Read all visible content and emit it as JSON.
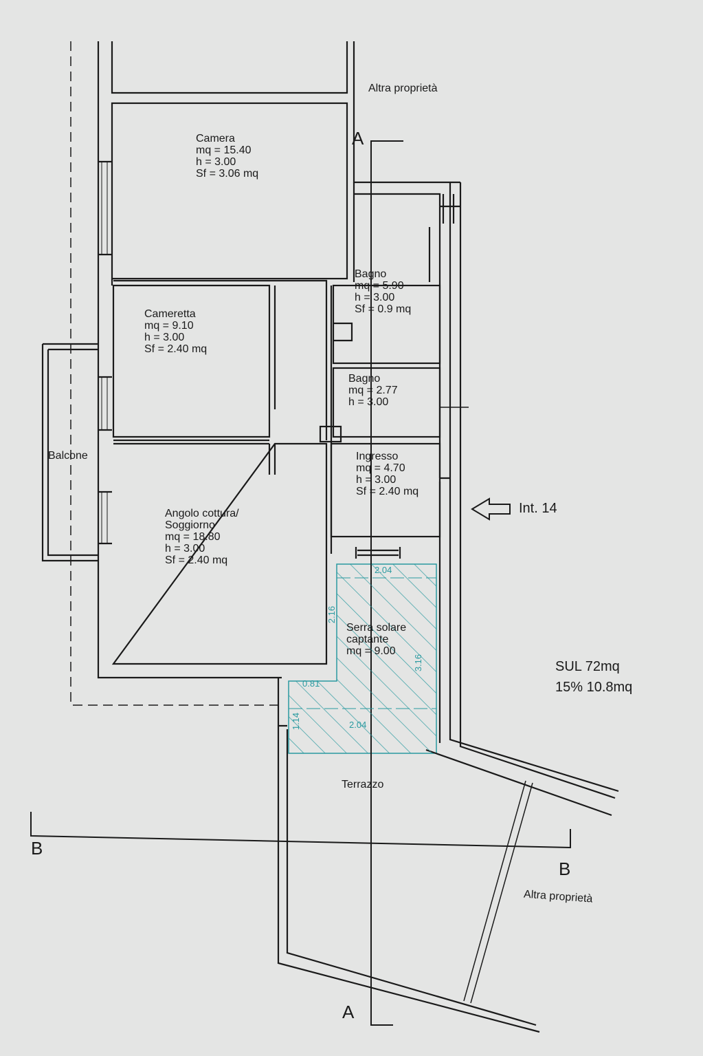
{
  "labels": {
    "altra_top": "Altra proprietà",
    "altra_bottom": "Altra proprietà",
    "int": "Int. 14",
    "sul": "SUL 72mq",
    "pct": "15% 10.8mq",
    "balcone": "Balcone",
    "terrazzo": "Terrazzo",
    "section_a_top": "A",
    "section_a_bottom": "A",
    "section_b_left": "B",
    "section_b_right": "B"
  },
  "rooms": [
    {
      "name": "Camera",
      "mq": "mq = 15.40",
      "h": "h = 3.00",
      "sf": "Sf = 3.06 mq"
    },
    {
      "name": "Cameretta",
      "mq": "mq = 9.10",
      "h": "h = 3.00",
      "sf": "Sf = 2.40 mq"
    },
    {
      "name": "Bagno",
      "mq": "mq = 5.90",
      "h": "h = 3.00",
      "sf": "Sf = 0.9 mq"
    },
    {
      "name": "Bagno",
      "mq": "mq = 2.77",
      "h": "h = 3.00"
    },
    {
      "name": "Ingresso",
      "mq": "mq = 4.70",
      "h": "h = 3.00",
      "sf": "Sf = 2.40 mq"
    },
    {
      "name": "Angolo cottura/\nSoggiorno",
      "mq": "mq = 18.80",
      "h": "h = 3.00",
      "sf": "Sf = 2.40 mq"
    },
    {
      "name": "Serra solare\ncaptante",
      "mq": "mq = 9.00"
    }
  ],
  "dimensions": [
    "2.04",
    "2.16",
    "3.16",
    "0.81",
    "1.14",
    "2.04"
  ],
  "colors": {
    "wall": "#1a1a1a",
    "hatch": "#2a9aa0"
  }
}
